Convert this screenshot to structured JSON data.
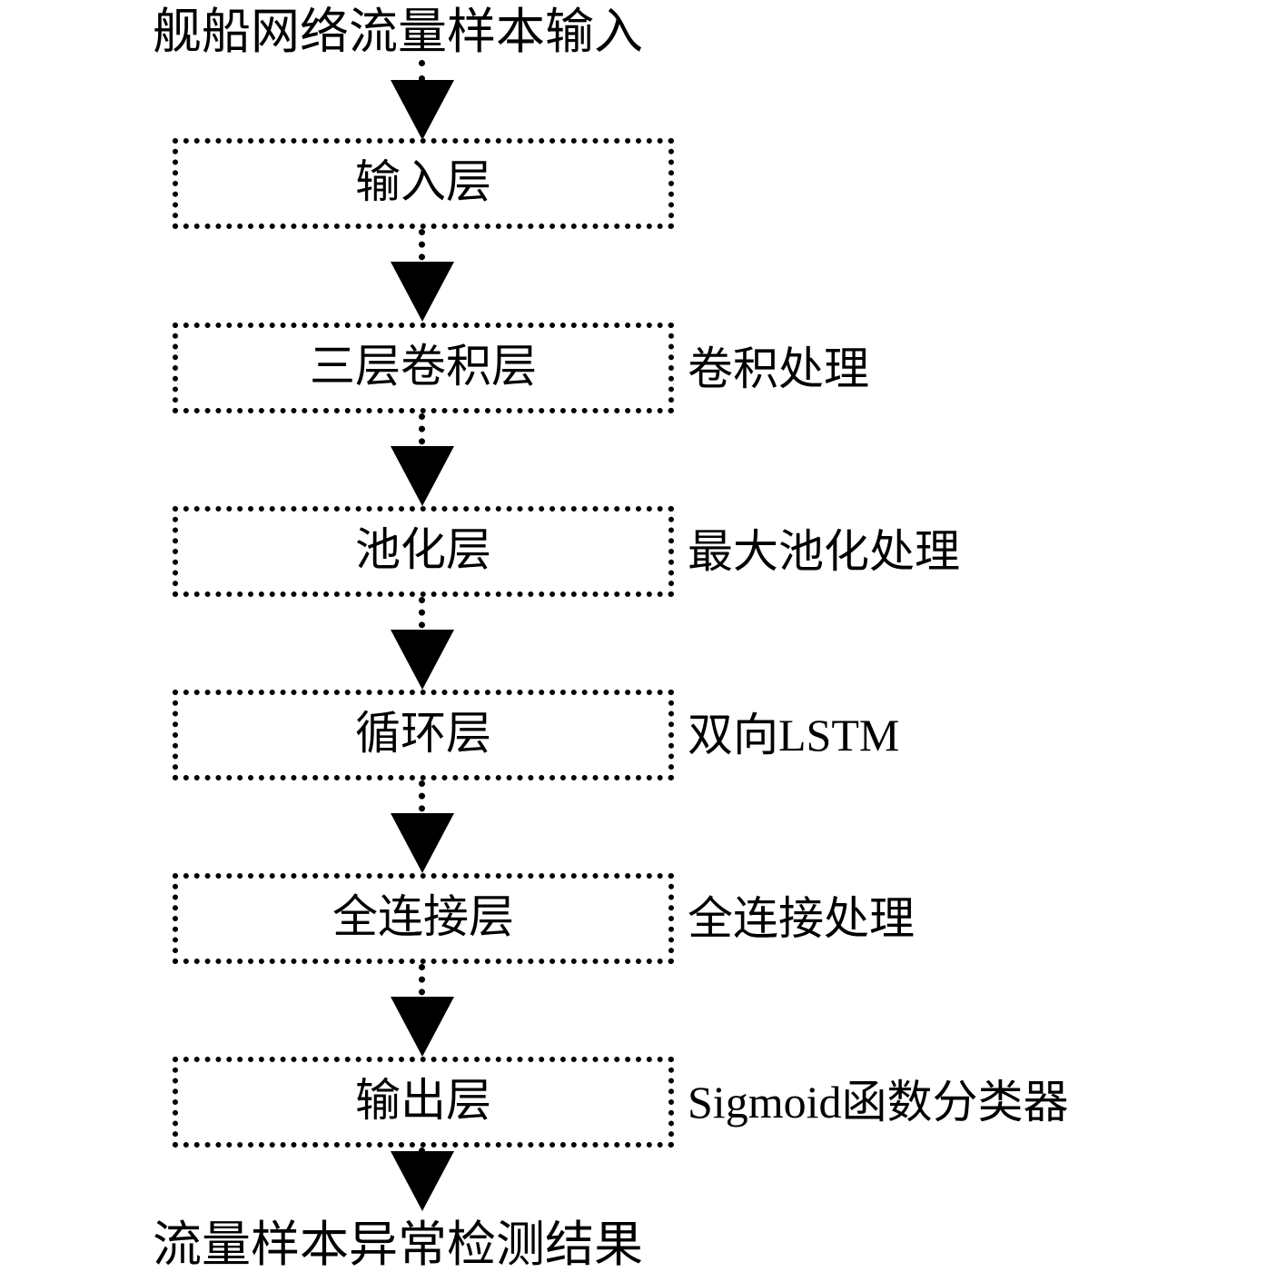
{
  "diagram": {
    "title_top": "舰船网络流量样本输入",
    "title_bottom": "流量样本异常检测结果",
    "colors": {
      "stroke": "#000000",
      "background": "#ffffff",
      "text": "#000000"
    },
    "nodes": [
      {
        "id": "input-layer",
        "label": "输入层",
        "annotation": ""
      },
      {
        "id": "conv-layers",
        "label": "三层卷积层",
        "annotation": "卷积处理"
      },
      {
        "id": "pooling-layer",
        "label": "池化层",
        "annotation": "最大池化处理"
      },
      {
        "id": "recurrent-layer",
        "label": "循环层",
        "annotation": "双向LSTM"
      },
      {
        "id": "fully-connected",
        "label": "全连接层",
        "annotation": "全连接处理"
      },
      {
        "id": "output-layer",
        "label": "输出层",
        "annotation": "Sigmoid函数分类器"
      }
    ]
  }
}
